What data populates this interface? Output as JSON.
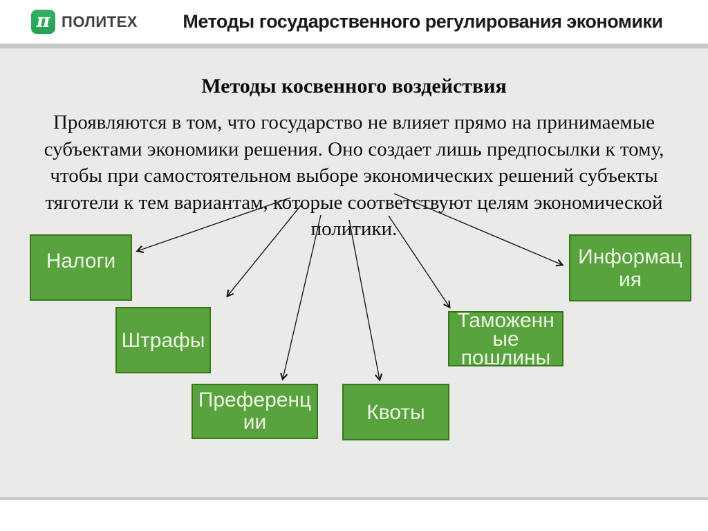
{
  "header": {
    "logo": {
      "symbol": "π",
      "text": "ПОЛИТЕХ"
    },
    "title": "Методы государственного регулирования экономики"
  },
  "slide": {
    "heading": "Методы косвенного воздействия",
    "paragraph": "Проявляются в том, что государство не влияет прямо на принимаемые субъектами экономики решения. Оно создает лишь предпосылки к тому, чтобы при самостоятельном выборе экономических решений субъекты тяготели к тем вариантам, которые соответствуют целям экономической политики.",
    "boxes": [
      {
        "id": "taxes",
        "label": "Налоги"
      },
      {
        "id": "fines",
        "label": "Штрафы"
      },
      {
        "id": "preferences",
        "label": "Преференц\nии"
      },
      {
        "id": "quotas",
        "label": "Квоты"
      },
      {
        "id": "customs-duties",
        "label": "Таможенн\nые\nпошлины"
      },
      {
        "id": "information",
        "label": "Информац\nия"
      }
    ]
  },
  "colors": {
    "logo_green": "#2da158",
    "box_fill": "#58a33e",
    "box_border": "#38761d",
    "box_text": "#edf5e4",
    "content_bg": "#eaebe9",
    "divider": "#c8cac8",
    "arrow": "#1a1a1a",
    "title_text": "#1b1b1b"
  }
}
